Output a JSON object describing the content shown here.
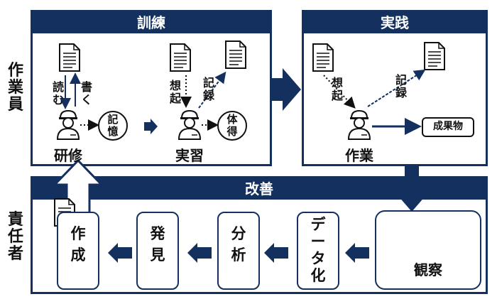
{
  "rows": {
    "worker": "作業員",
    "manager": "責任者"
  },
  "panels": {
    "training": "訓練",
    "practice": "実践",
    "improvement": "改善"
  },
  "training": {
    "read": "読む",
    "write": "書く",
    "memory": "記憶",
    "study": "研修",
    "imagine": "想起",
    "record": "記録",
    "experience": "体得",
    "drill": "実習"
  },
  "practice": {
    "imagine": "想起",
    "record": "記録",
    "work": "作業",
    "output": "成果物"
  },
  "improvement": {
    "steps": [
      "作成",
      "発見",
      "分析",
      "データ化",
      "観察"
    ]
  },
  "colors": {
    "navy": "#14305e"
  }
}
